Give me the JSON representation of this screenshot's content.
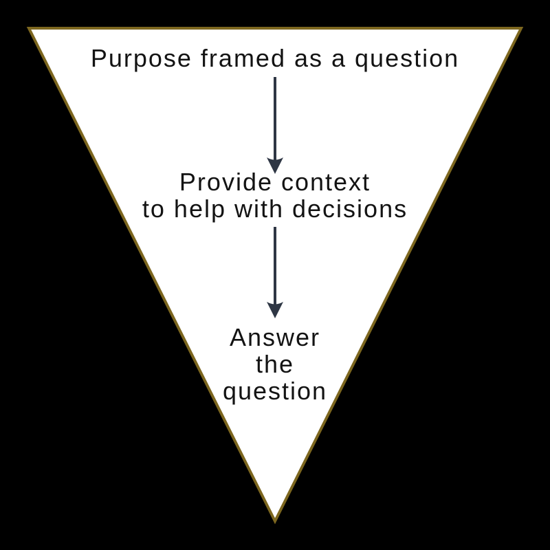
{
  "diagram": {
    "title": "inverted-pyramid-funnel",
    "stages": [
      {
        "label": "Purpose framed as a question",
        "lines": {
          "0": "Purpose framed as a question"
        }
      },
      {
        "label": "Provide context to help with decisions",
        "lines": {
          "0": "Provide context",
          "1": "to help with decisions"
        }
      },
      {
        "label": "Answer the question",
        "lines": {
          "0": "Answer",
          "1": "the",
          "2": "question"
        }
      }
    ],
    "connectors": [
      {
        "type": "down-arrow"
      },
      {
        "type": "down-arrow"
      }
    ]
  },
  "colors": {
    "background": "#000000",
    "funnel_fill": "#ffffff",
    "funnel_border": "#7d671f",
    "arrow": "#2e3644",
    "text": "#131313"
  }
}
